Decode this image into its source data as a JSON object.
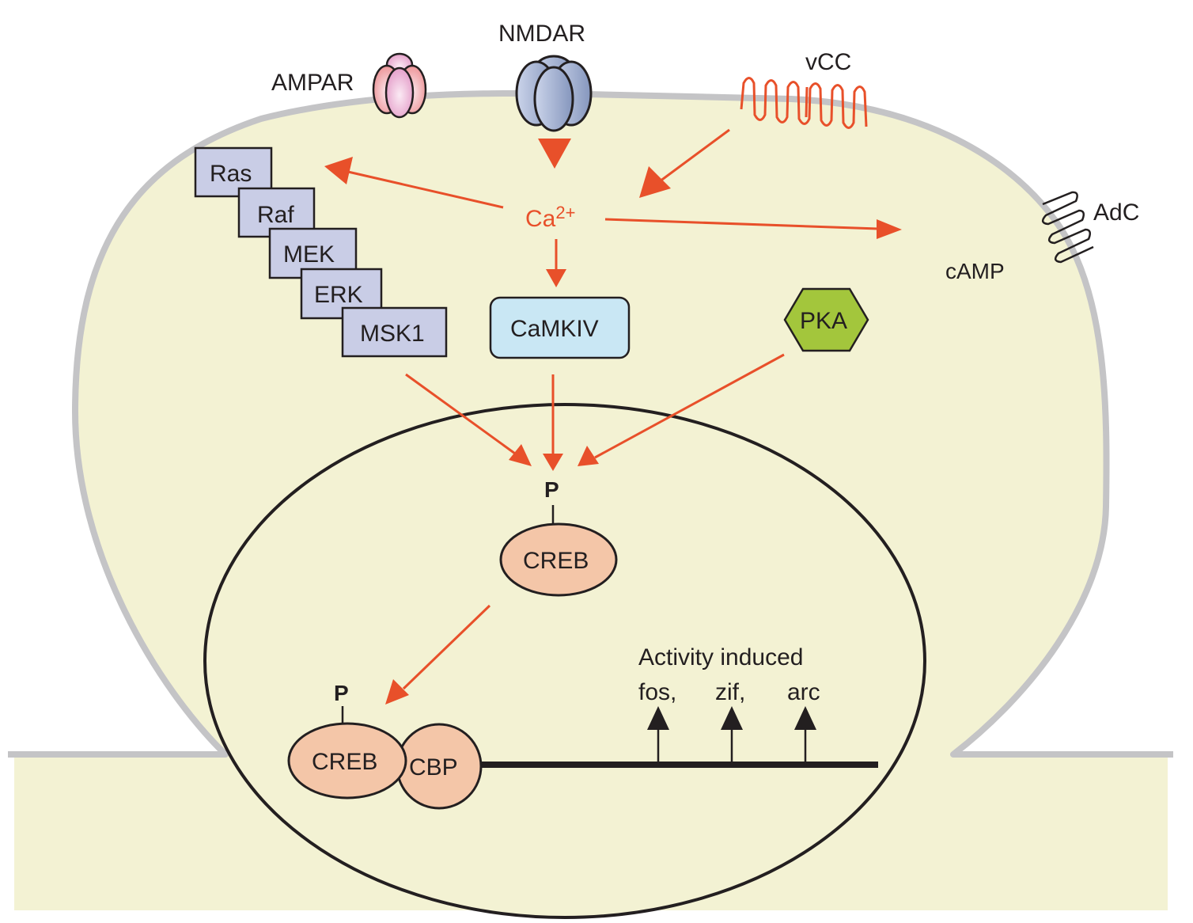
{
  "colors": {
    "cytoplasm": "#f3f2d3",
    "membrane": "#c4c4c6",
    "arrow": "#e8502a",
    "ras_cascade": "#c9cde6",
    "camkiv": "#c9e7f4",
    "pka": "#a3c63c",
    "creb": "#f4c6a8",
    "ampar": "#f0a0a8",
    "nmdar": "#a9b7d6",
    "dna": "#231f20"
  },
  "membrane_labels": {
    "ampar": "AMPAR",
    "nmdar": "NMDAR",
    "vcc": "vCC",
    "adc": "AdC"
  },
  "cytoplasm": {
    "calcium": "Ca",
    "calcium_charge": "2+",
    "camp": "cAMP",
    "cascade": [
      "Ras",
      "Raf",
      "MEK",
      "ERK",
      "MSK1"
    ],
    "camkiv": "CaMKIV",
    "pka": "PKA"
  },
  "nucleus": {
    "phospho_label": "P",
    "creb": "CREB",
    "phospho_label_2": "P",
    "creb_bound": "CREB",
    "cbp": "CBP",
    "genes_title": "Activity induced",
    "genes": [
      "fos,",
      "zif,",
      "arc"
    ]
  }
}
